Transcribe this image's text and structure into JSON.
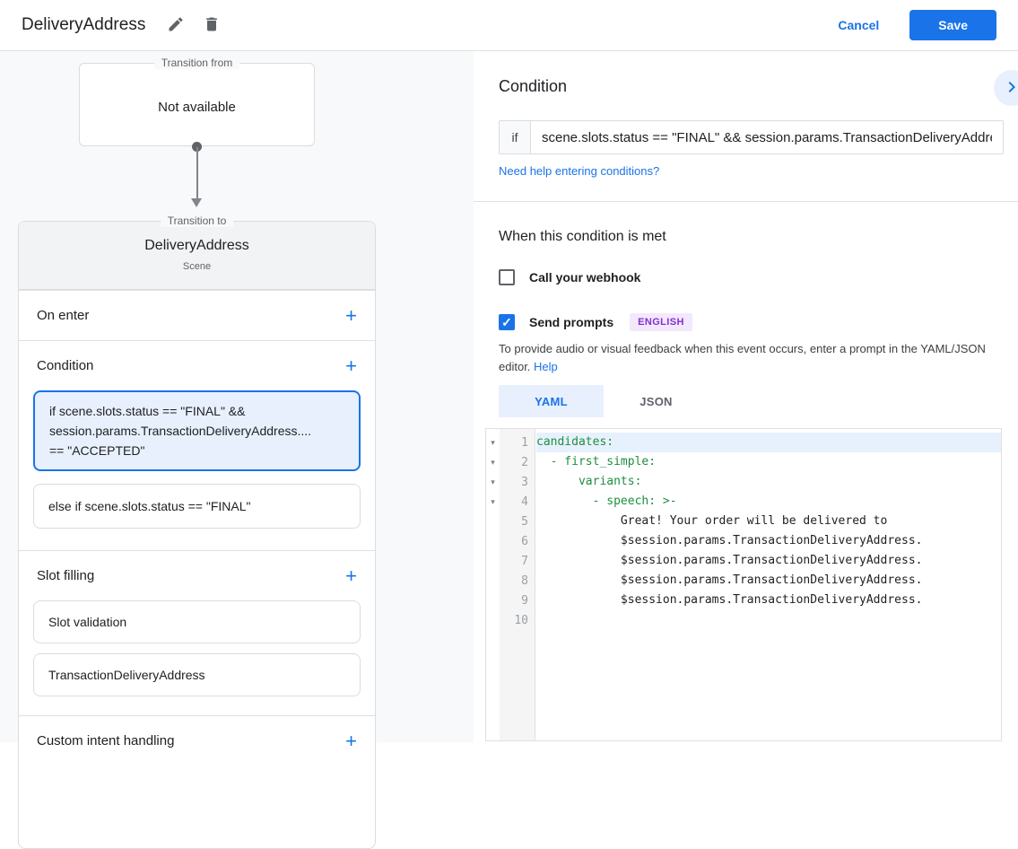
{
  "icons": {
    "plus": "+",
    "fold": "▾",
    "check": "✓"
  },
  "header": {
    "title": "DeliveryAddress",
    "cancel_label": "Cancel",
    "save_label": "Save"
  },
  "flow": {
    "transition_from": {
      "legend": "Transition from",
      "value": "Not available"
    },
    "transition_to": {
      "legend": "Transition to",
      "title": "DeliveryAddress",
      "subtitle": "Scene",
      "on_enter": {
        "label": "On enter"
      },
      "condition": {
        "label": "Condition",
        "items": [
          {
            "text": "if scene.slots.status == \"FINAL\" &&\nsession.params.TransactionDeliveryAddress....\n== \"ACCEPTED\""
          },
          {
            "text": "else if scene.slots.status == \"FINAL\""
          }
        ]
      },
      "slot_filling": {
        "label": "Slot filling",
        "items": [
          {
            "text": "Slot validation"
          },
          {
            "text": "TransactionDeliveryAddress"
          }
        ]
      },
      "custom_intent": {
        "label": "Custom intent handling"
      }
    }
  },
  "condition_panel": {
    "title": "Condition",
    "if_label": "if",
    "if_value": "scene.slots.status == \"FINAL\" && session.params.TransactionDeliveryAddres",
    "help_link": "Need help entering conditions?"
  },
  "when_met": {
    "title": "When this condition is met",
    "webhook_label": "Call your webhook",
    "prompts_label": "Send prompts",
    "language_badge": "ENGLISH",
    "description": "To provide audio or visual feedback when this event occurs, enter a prompt in the YAML/JSON editor.",
    "help_label": "Help"
  },
  "editor": {
    "tabs": [
      {
        "label": "YAML"
      },
      {
        "label": "JSON"
      }
    ],
    "lines": [
      {
        "n": "1",
        "text": "candidates:"
      },
      {
        "n": "2",
        "text": "  - first_simple:"
      },
      {
        "n": "3",
        "text": "      variants:"
      },
      {
        "n": "4",
        "text": "        - speech: >-"
      },
      {
        "n": "5",
        "text": "            Great! Your order will be delivered to"
      },
      {
        "n": "6",
        "text": "            $session.params.TransactionDeliveryAddress."
      },
      {
        "n": "7",
        "text": "            $session.params.TransactionDeliveryAddress."
      },
      {
        "n": "8",
        "text": "            $session.params.TransactionDeliveryAddress."
      },
      {
        "n": "9",
        "text": "            $session.params.TransactionDeliveryAddress."
      },
      {
        "n": "10",
        "text": ""
      }
    ]
  }
}
